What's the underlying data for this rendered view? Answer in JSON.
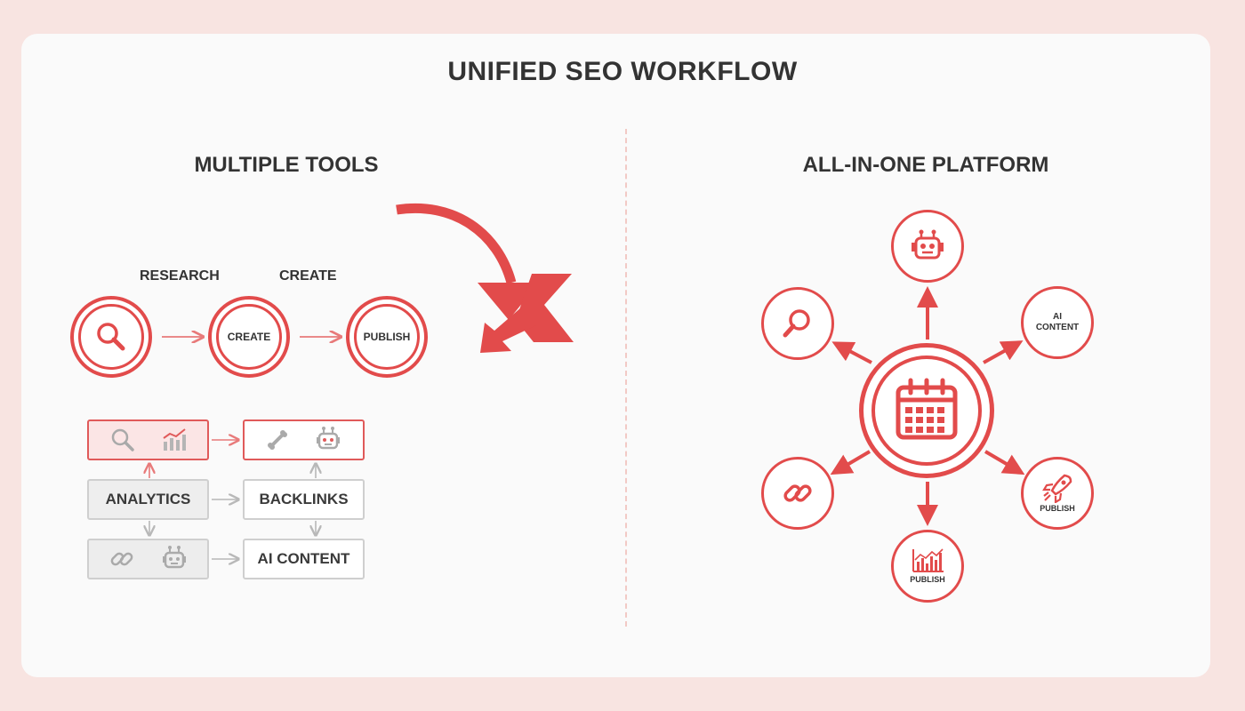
{
  "title": "UNIFIED SEO WORKFLOW",
  "left": {
    "heading": "MULTIPLE TOOLS",
    "step_labels": [
      "RESEARCH",
      "CREATE"
    ],
    "circles": [
      {
        "icon": "search-icon",
        "label": ""
      },
      {
        "icon": "",
        "label": "CREATE"
      },
      {
        "icon": "",
        "label": "PUBLISH"
      }
    ],
    "tools": {
      "top_left_icons": [
        "search-icon",
        "bar-chart-icon"
      ],
      "top_right_icons": [
        "bone-icon",
        "robot-icon"
      ],
      "analytics": "ANALYTICS",
      "backlinks": "BACKLINKS",
      "bottom_left_icons": [
        "link-icon",
        "robot-icon"
      ],
      "ai_content": "AI CONTENT"
    }
  },
  "right": {
    "heading": "ALL-IN-ONE PLATFORM",
    "hub_icon": "calendar-icon",
    "nodes": [
      {
        "id": "top",
        "icon": "robot-icon",
        "label": ""
      },
      {
        "id": "upper-left",
        "icon": "search-icon",
        "label": ""
      },
      {
        "id": "upper-right",
        "icon": "",
        "label": "AI CONTENT",
        "label_lines": [
          "AI",
          "CONTENT"
        ]
      },
      {
        "id": "lower-left",
        "icon": "link-icon",
        "label": ""
      },
      {
        "id": "lower-right",
        "icon": "rocket-icon",
        "label": "PUBLISH"
      },
      {
        "id": "bottom",
        "icon": "bar-chart-icon",
        "label": "PUBLISH"
      }
    ]
  },
  "colors": {
    "accent": "#e24b4b",
    "page_background": "#f8e4e1",
    "card_background": "#fafafa",
    "text": "#333333",
    "muted_border": "#cfcfcf"
  }
}
